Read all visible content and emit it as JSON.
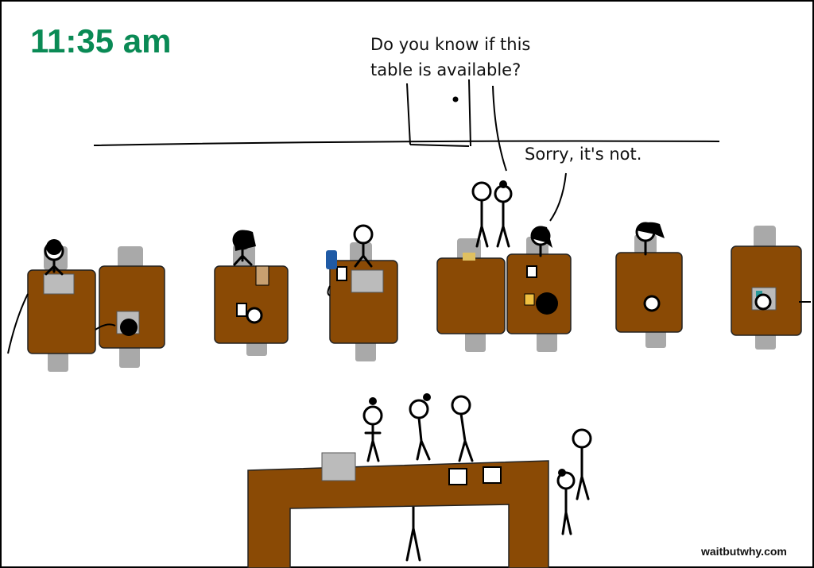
{
  "time_label": "11:35 am",
  "speech": {
    "question": "Do you know if this table is available?",
    "answer": "Sorry, it's not."
  },
  "credit": "waitbutwhy.com",
  "colors": {
    "time": "#0a8a55",
    "table": "#8a4a05",
    "chair": "#a9a9a9"
  }
}
